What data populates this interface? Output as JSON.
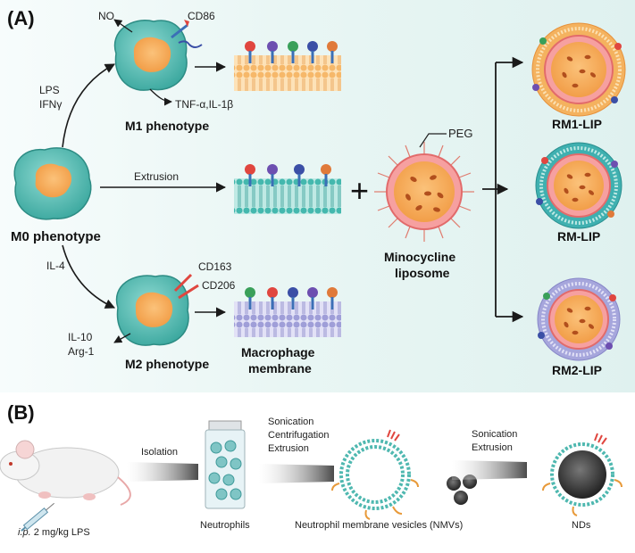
{
  "panel_a": {
    "label": "(A)",
    "m0_label": "M0 phenotype",
    "m1_label": "M1 phenotype",
    "m2_label": "M2 phenotype",
    "lps": "LPS",
    "ifn": "IFNγ",
    "il4": "IL-4",
    "no": "NO",
    "cd86": "CD86",
    "tnf": "TNF-α,IL-1β",
    "cd163": "CD163",
    "cd206": "CD206",
    "il10": "IL-10",
    "arg1": "Arg-1",
    "extrusion": "Extrusion",
    "plus": "+",
    "peg": "PEG",
    "macrophage_membrane": [
      "Macrophage",
      "membrane"
    ],
    "minocycline_liposome": [
      "Minocycline",
      "liposome"
    ],
    "rm1": "RM1-LIP",
    "rm": "RM-LIP",
    "rm2": "RM2-LIP"
  },
  "panel_b": {
    "label": "(B)",
    "isolation": "Isolation",
    "steps1": [
      "Sonication",
      "Centrifugation",
      "Extrusion"
    ],
    "steps2": [
      "Sonication",
      "Extrusion"
    ],
    "dose_prefix": "i.p.",
    "dose": " 2 mg/kg LPS",
    "neutrophils": "Neutrophils",
    "nmvs": "Neutrophil membrane vesicles (NMVs)",
    "nds": "NDs"
  },
  "colors": {
    "cell": "#4fb8b0",
    "nucleus": "#f3a64a",
    "liposome_core": "#f4a35a",
    "m1_membrane": "#f6b86a",
    "m0_membrane": "#5ec8c0",
    "m2_membrane": "#a7a6de",
    "peg_red": "#e0463f",
    "arrow": "#1a1a1a"
  }
}
